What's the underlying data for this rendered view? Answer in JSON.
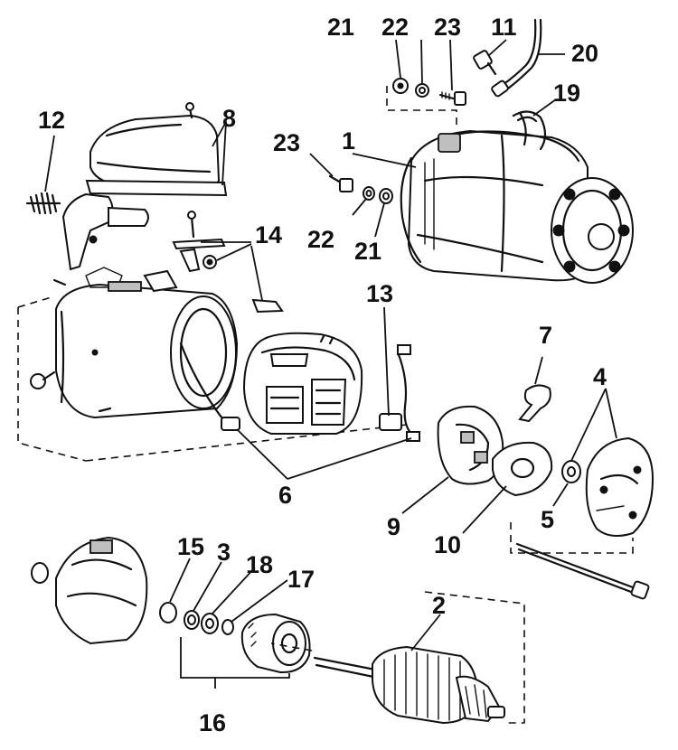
{
  "diagram": {
    "callouts": [
      {
        "id": "c1",
        "text": "1"
      },
      {
        "id": "c2",
        "text": "2"
      },
      {
        "id": "c3",
        "text": "3"
      },
      {
        "id": "c4",
        "text": "4"
      },
      {
        "id": "c5",
        "text": "5"
      },
      {
        "id": "c6",
        "text": "6"
      },
      {
        "id": "c7",
        "text": "7"
      },
      {
        "id": "c8",
        "text": "8"
      },
      {
        "id": "c9",
        "text": "9"
      },
      {
        "id": "c10",
        "text": "10"
      },
      {
        "id": "c11",
        "text": "11"
      },
      {
        "id": "c12",
        "text": "12"
      },
      {
        "id": "c13",
        "text": "13"
      },
      {
        "id": "c14",
        "text": "14"
      },
      {
        "id": "c15",
        "text": "15"
      },
      {
        "id": "c16",
        "text": "16"
      },
      {
        "id": "c17",
        "text": "17"
      },
      {
        "id": "c18",
        "text": "18"
      },
      {
        "id": "c19",
        "text": "19"
      },
      {
        "id": "c20",
        "text": "20"
      },
      {
        "id": "c21a",
        "text": "21"
      },
      {
        "id": "c22a",
        "text": "22"
      },
      {
        "id": "c23a",
        "text": "23"
      },
      {
        "id": "c23b",
        "text": "23"
      },
      {
        "id": "c22b",
        "text": "22"
      },
      {
        "id": "c21b",
        "text": "21"
      }
    ]
  }
}
